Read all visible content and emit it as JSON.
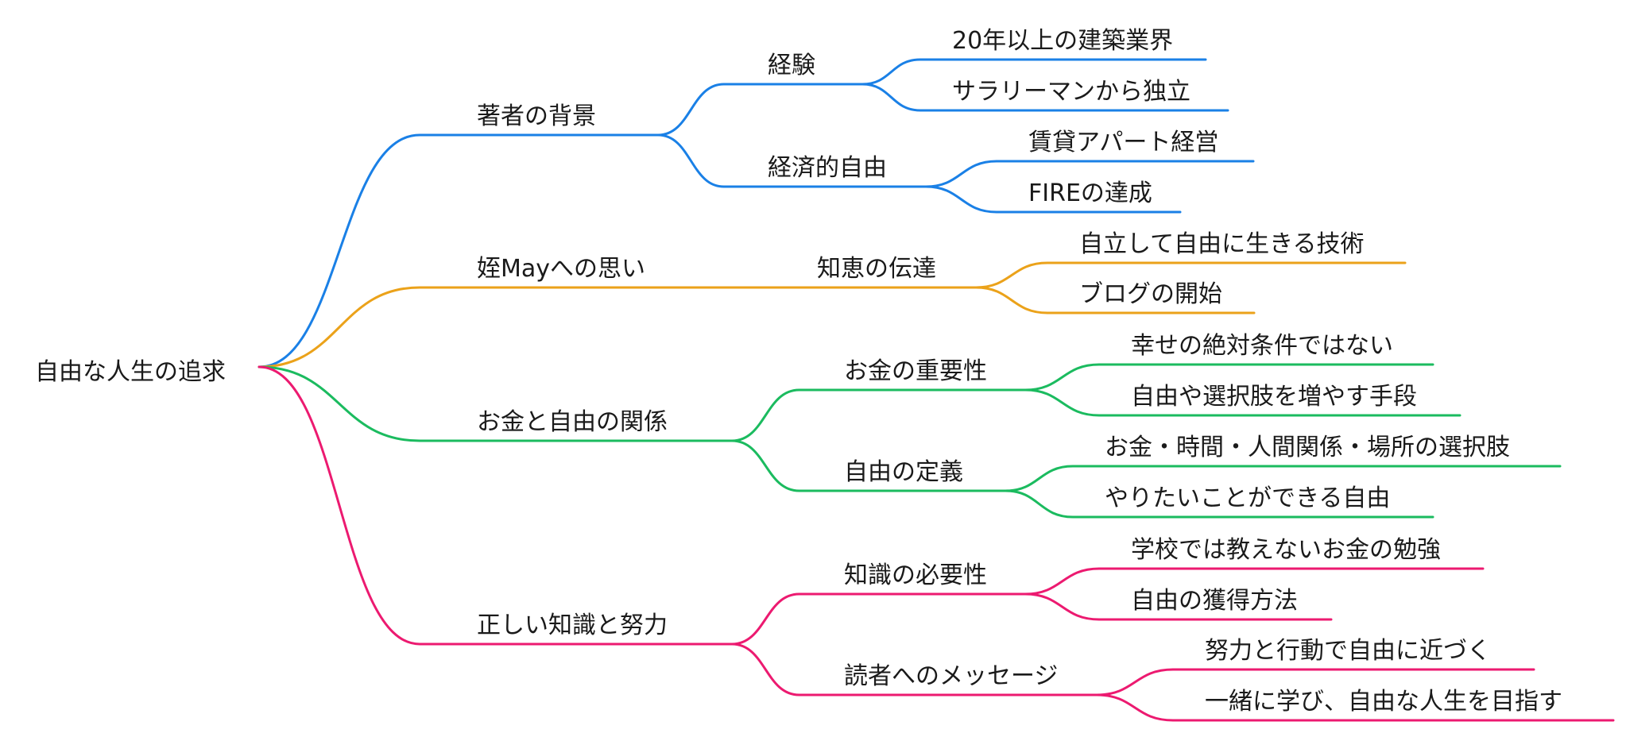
{
  "mindmap": {
    "root": "自由な人生の追求",
    "branches": [
      {
        "label": "著者の背景",
        "color": "#1a80e6",
        "children": [
          {
            "label": "経験",
            "children": [
              "20年以上の建築業界",
              "サラリーマンから独立"
            ]
          },
          {
            "label": "経済的自由",
            "children": [
              "賃貸アパート経営",
              "FIREの達成"
            ]
          }
        ]
      },
      {
        "label": "姪Mayへの思い",
        "color": "#eba21a",
        "children": [
          {
            "label": "知恵の伝達",
            "children": [
              "自立して自由に生きる技術",
              "ブログの開始"
            ]
          }
        ]
      },
      {
        "label": "お金と自由の関係",
        "color": "#1bbb5f",
        "children": [
          {
            "label": "お金の重要性",
            "children": [
              "幸せの絶対条件ではない",
              "自由や選択肢を増やす手段"
            ]
          },
          {
            "label": "自由の定義",
            "children": [
              "お金・時間・人間関係・場所の選択肢",
              "やりたいことができる自由"
            ]
          }
        ]
      },
      {
        "label": "正しい知識と努力",
        "color": "#ec1a70",
        "children": [
          {
            "label": "知識の必要性",
            "children": [
              "学校では教えないお金の勉強",
              "自由の獲得方法"
            ]
          },
          {
            "label": "読者へのメッセージ",
            "children": [
              "努力と行動で自由に近づく",
              "一緒に学び、自由な人生を目指す"
            ]
          }
        ]
      }
    ]
  }
}
